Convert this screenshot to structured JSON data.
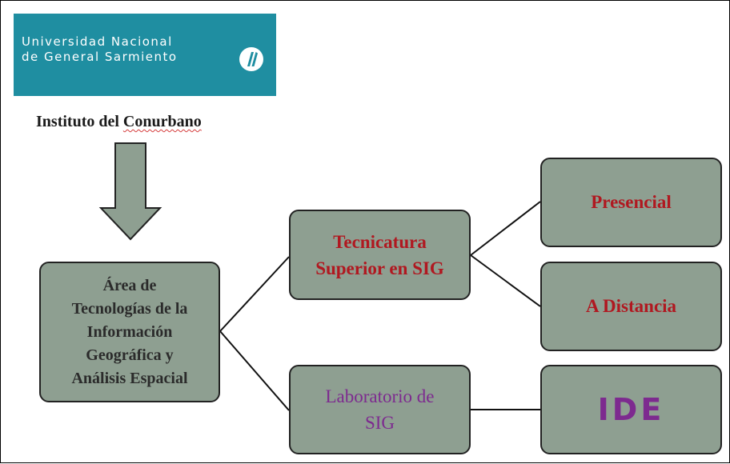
{
  "logo": {
    "line1": "Universidad  Nacional",
    "line2": "de  General  Sarmiento",
    "mark_icon": "ungs-logo-icon"
  },
  "institute": {
    "prefix": "Instituto del ",
    "highlighted": "Conurbano"
  },
  "nodes": {
    "area": {
      "lines": [
        "Área de",
        "Tecnologías de la",
        "Información",
        "Geográfica y",
        "Análisis Espacial"
      ]
    },
    "tecnicatura": {
      "lines": [
        "Tecnicatura",
        "Superior en SIG"
      ]
    },
    "laboratorio": {
      "lines": [
        "Laboratorio de",
        "SIG"
      ]
    },
    "presencial": {
      "label": "Presencial"
    },
    "distancia": {
      "label": "A Distancia"
    },
    "ide": {
      "label": "IDE"
    }
  },
  "colors": {
    "logo_bg": "#1f8ea1",
    "box_fill": "#8e9f91",
    "arrow_fill": "#8e9f91",
    "red_text": "#b01820",
    "purple_text": "#7d2a8f"
  }
}
